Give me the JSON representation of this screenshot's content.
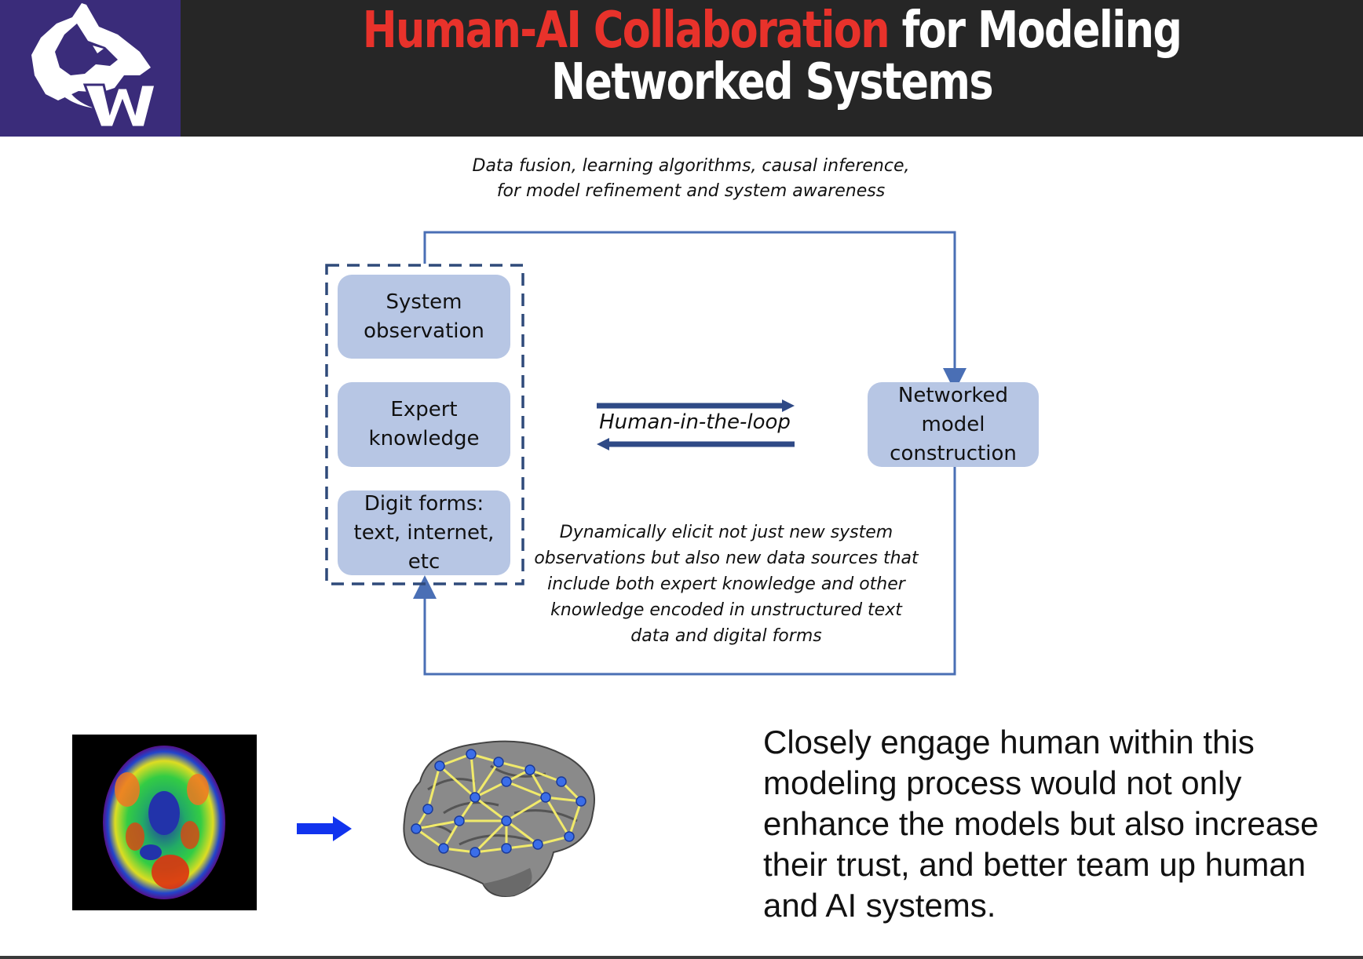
{
  "header": {
    "title_red": "Human-AI Collaboration",
    "title_rest": " for Modeling",
    "title_line2": "Networked Systems"
  },
  "diagram": {
    "top_caption_line1": "Data fusion, learning algorithms, causal inference,",
    "top_caption_line2": "for model refinement and system awareness",
    "box_system": [
      "System",
      "observation"
    ],
    "box_expert": [
      "Expert",
      "knowledge"
    ],
    "box_digit": [
      "Digit forms:",
      "text, internet,",
      "etc"
    ],
    "box_networked": [
      "Networked",
      "model",
      "construction"
    ],
    "hitl_label": "Human-in-the-loop",
    "bottom_caption": [
      "Dynamically elicit not just new system",
      "observations but also new data sources that",
      "include both expert knowledge and other",
      "knowledge encoded in unstructured text",
      "data and digital forms"
    ],
    "colors": {
      "box_fill": "#b7c6e4",
      "loop_line": "#4a6fb5",
      "hitl_arrow": "#2f4a86",
      "dashed_border": "#2f4a7a"
    }
  },
  "bottom": {
    "statement": "Closely engage human within this modeling process would not only enhance the models but also increase their trust, and better team up human and AI systems."
  },
  "colors": {
    "header_bg": "#262626",
    "logo_bg": "#3a2c7a",
    "title_accent": "#e8322b",
    "arrow_blue": "#1133ee"
  }
}
